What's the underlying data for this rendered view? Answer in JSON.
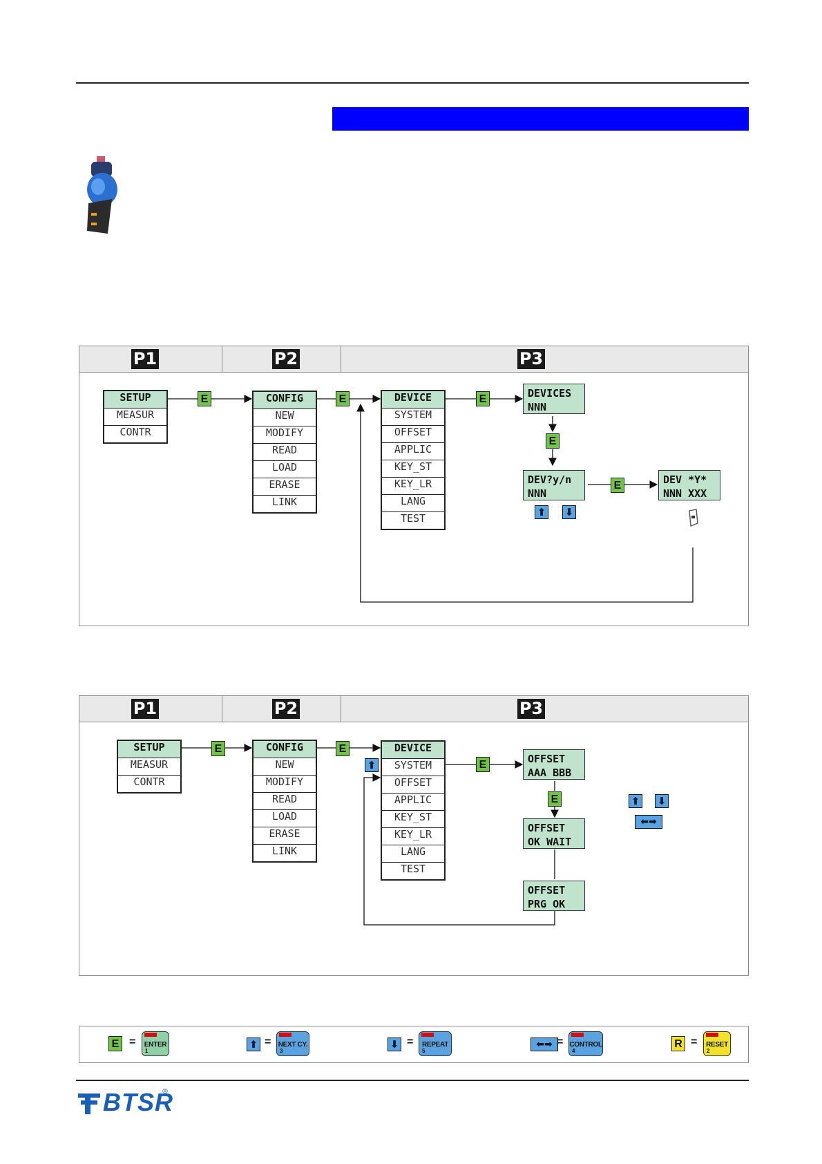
{
  "colors": {
    "title_bar": "#0000ff",
    "display_fill": "#bfe3cc",
    "enter_key": "#72c34a",
    "arrow_key": "#5ba3e0",
    "reset_key": "#f3e22a",
    "brand": "#1a5fb4"
  },
  "diagram1": {
    "headers": [
      "P1",
      "P2",
      "P3"
    ],
    "p1_menu": [
      "SETUP",
      "MEASUR",
      "CONTR"
    ],
    "p2_menu": [
      "CONFIG",
      "NEW",
      "MODIFY",
      "READ",
      "LOAD",
      "ERASE",
      "LINK"
    ],
    "p3_menu": [
      "DEVICE",
      "SYSTEM",
      "OFFSET",
      "APPLIC",
      "KEY_ST",
      "KEY_LR",
      "LANG",
      "TEST"
    ],
    "enter_label": "E",
    "display_devices": [
      "DEVICES",
      "NNN"
    ],
    "display_devq": [
      "DEV?y/n",
      "NNN"
    ],
    "display_devy": [
      "DEV *Y*",
      "NNN XXX"
    ]
  },
  "diagram2": {
    "headers": [
      "P1",
      "P2",
      "P3"
    ],
    "p1_menu": [
      "SETUP",
      "MEASUR",
      "CONTR"
    ],
    "p2_menu": [
      "CONFIG",
      "NEW",
      "MODIFY",
      "READ",
      "LOAD",
      "ERASE",
      "LINK"
    ],
    "p3_menu": [
      "DEVICE",
      "SYSTEM",
      "OFFSET",
      "APPLIC",
      "KEY_ST",
      "KEY_LR",
      "LANG",
      "TEST"
    ],
    "enter_label": "E",
    "display_offset": [
      "OFFSET",
      "AAA BBB"
    ],
    "display_offset_wait": [
      "OFFSET",
      "OK WAIT"
    ],
    "display_offset_prg": [
      "OFFSET",
      "PRG OK"
    ]
  },
  "legend": {
    "equals": "=",
    "enter": {
      "key": "E",
      "label": "ENTER",
      "num": "1"
    },
    "next": {
      "label": "NEXT CY.",
      "num": "3"
    },
    "repeat": {
      "label": "REPEAT",
      "num": "5"
    },
    "control": {
      "label": "CONTROL",
      "num": "4"
    },
    "reset": {
      "key": "R",
      "label": "RESET",
      "num": "2"
    }
  },
  "brand": {
    "name": "BTSR",
    "reg": "®"
  }
}
